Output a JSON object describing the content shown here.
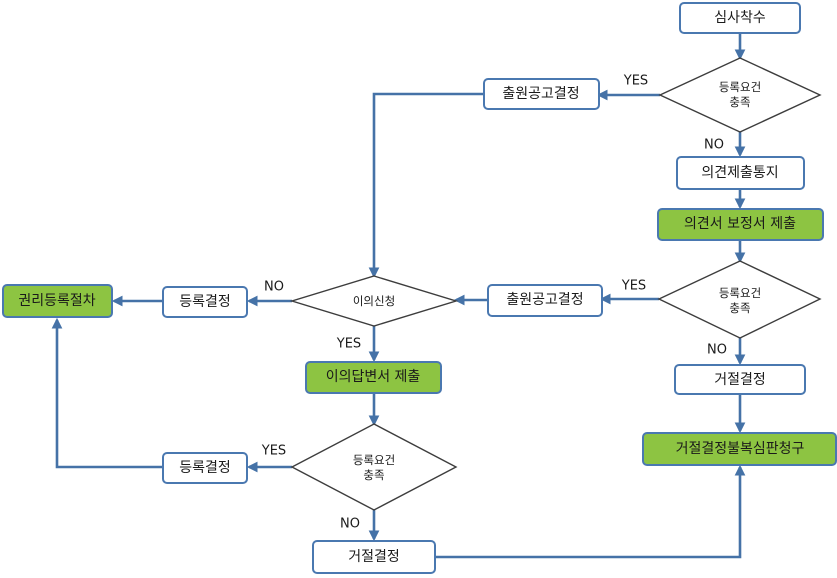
{
  "nodes": {
    "exam_start": "심사착수",
    "req_check_1": [
      "등록요건",
      "충족"
    ],
    "publication_decision_1": "출원공고결정",
    "opinion_notice": "의견제출통지",
    "opinion_amend_submit": "의견서 보정서 제출",
    "req_check_2": [
      "등록요건",
      "충족"
    ],
    "publication_decision_2": "출원공고결정",
    "rejection_1": "거절결정",
    "rejection_appeal": "거절결정불복심판청구",
    "opposition": "이의신청",
    "reg_decision_1": "등록결정",
    "rights_registration": "권리등록절차",
    "opposition_answer_submit": "이의답변서 제출",
    "req_check_3": [
      "등록요건",
      "충족"
    ],
    "reg_decision_2": "등록결정",
    "rejection_2": "거절결정"
  },
  "labels": {
    "yes_1": "YES",
    "no_1": "NO",
    "yes_2": "YES",
    "no_2": "NO",
    "no_3": "NO",
    "yes_3": "YES",
    "yes_4": "YES",
    "no_4": "NO"
  },
  "colors": {
    "line": "#4572a7",
    "box_border": "#4a78b0",
    "highlight_fill": "#8dc442"
  }
}
